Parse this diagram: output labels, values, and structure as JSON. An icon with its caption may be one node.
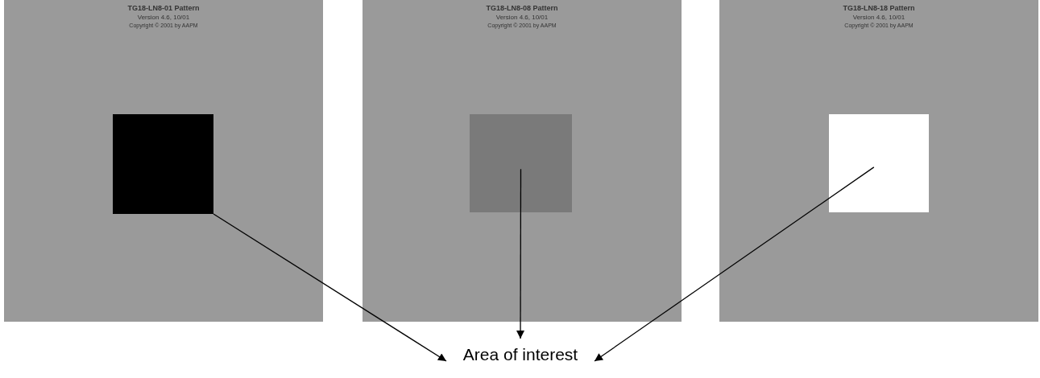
{
  "diagram": {
    "nodes": [
      {
        "text": [
          "TG18-LN8-01 Pattern",
          "Version 4.6, 10/01",
          "Copyright © 2001 by AAPM"
        ]
      },
      {
        "text": [],
        "shape": "box",
        "in": 0
      },
      {
        "text": [
          "TG18-LN8-08 Pattern",
          "Version 4.6, 10/01",
          "Copyright © 2001 by AAPM"
        ]
      },
      {
        "text": [],
        "shape": "box",
        "in": 2
      },
      {
        "text": [
          "TG18-LN8-18 Pattern",
          "Version 4.6, 10/01",
          "Copyright © 2001 by AAPM"
        ]
      },
      {
        "text": [],
        "shape": "box",
        "in": 4
      },
      {
        "text": [
          "Area of interest"
        ]
      }
    ],
    "edges": [
      {
        "from": 1,
        "to": 6,
        "arrow": "to"
      },
      {
        "from": 3,
        "to": 6,
        "arrow": "to"
      },
      {
        "from": 5,
        "to": 6,
        "arrow": "to"
      }
    ]
  }
}
